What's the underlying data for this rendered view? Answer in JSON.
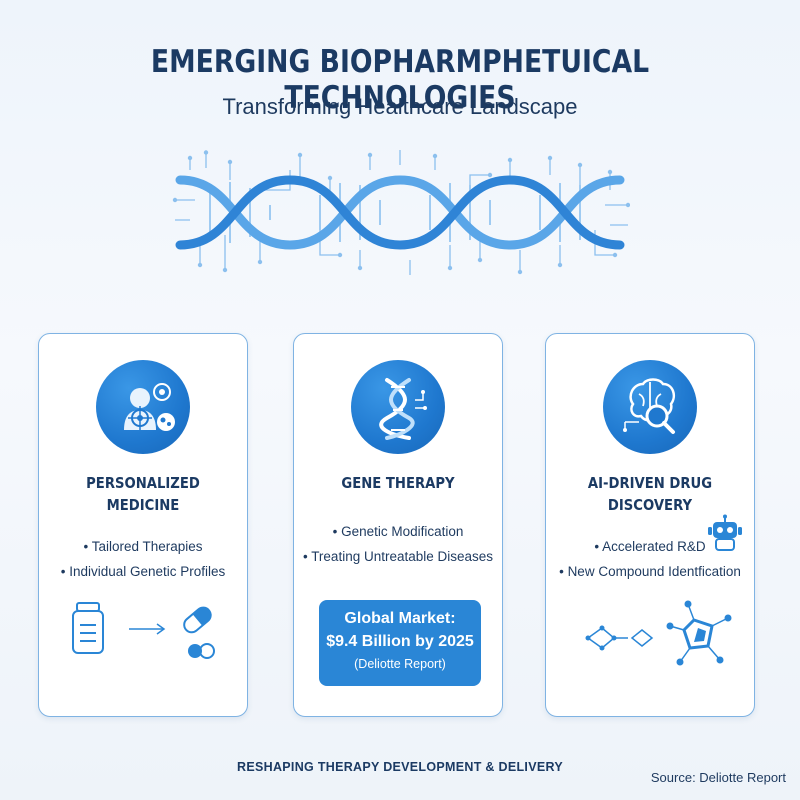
{
  "header": {
    "title": "EMERGING BIOPHARMPHETUICAL TECHNOLOGIES",
    "subtitle": "Transforming Healthcare Landscape"
  },
  "cards": [
    {
      "title_line1": "PERSONALIZED",
      "title_line2": "MEDICINE",
      "bullets": [
        "Tailored Therapies",
        "Individual Genetic Profiles"
      ],
      "icon": "person-target-icon"
    },
    {
      "title_line1": "GENE THERAPY",
      "title_line2": "",
      "bullets": [
        "Genetic Modification",
        "Treating Untreatable Diseases"
      ],
      "icon": "dna-icon",
      "market": {
        "line1": "Global Market:",
        "line2": "$9.4 Billion by 2025",
        "line3": "(Deliotte Report)"
      }
    },
    {
      "title_line1": "AI-DRIVEN DRUG",
      "title_line2": "DISCOVERY",
      "bullets": [
        "Accelerated R&D",
        "New Compound Identfication"
      ],
      "icon": "brain-magnifier-icon"
    }
  ],
  "footer": {
    "tagline": "RESHAPING THERAPY DEVELOPMENT & DELIVERY",
    "source": "Source: Deliotte Report"
  },
  "colors": {
    "primary": "#1f78cf",
    "title": "#1b3a63",
    "border": "#7fb3e3",
    "background": "#eef4fb"
  }
}
